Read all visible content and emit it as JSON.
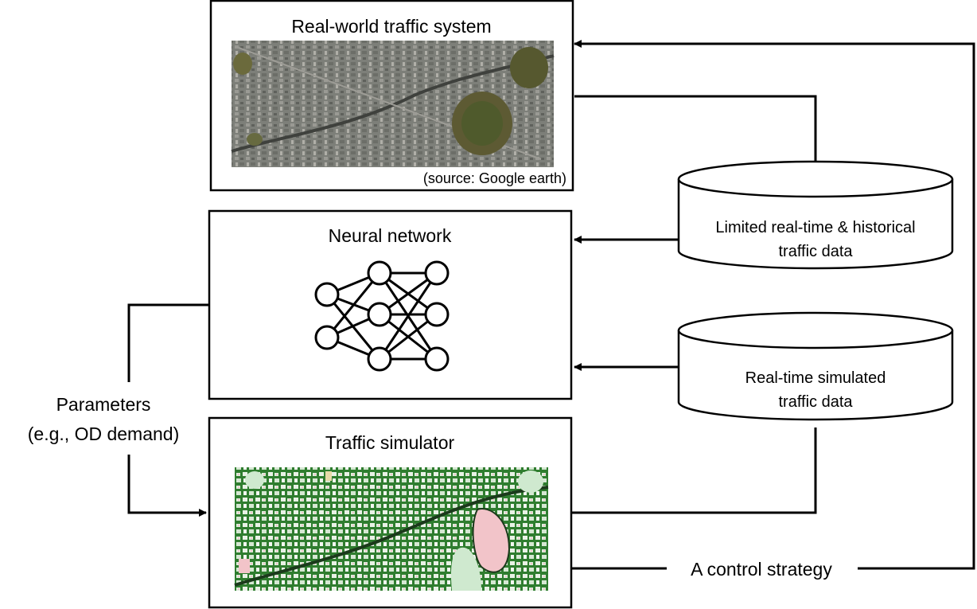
{
  "boxes": {
    "real_world": {
      "title": "Real-world traffic system",
      "image_caption": "(source: Google earth)",
      "image_type": "satellite-photo"
    },
    "neural_network": {
      "title": "Neural network",
      "icon": "neural-network-icon"
    },
    "simulator": {
      "title": "Traffic simulator",
      "image_type": "simulated-road-network-map"
    }
  },
  "databases": {
    "limited": {
      "line1": "Limited real-time & historical",
      "line2": "traffic data"
    },
    "simulated": {
      "line1": "Real-time simulated",
      "line2": "traffic data"
    }
  },
  "parameters": {
    "line1": "Parameters",
    "line2": "(e.g., OD demand)"
  },
  "control": {
    "label": "A control strategy"
  },
  "colors": {
    "line": "#000000",
    "satellite_base": "#7d7f79",
    "sim_green": "#2f7d2f",
    "sim_pink": "#f2c4c9",
    "sim_light_green": "#cfe9cf"
  }
}
